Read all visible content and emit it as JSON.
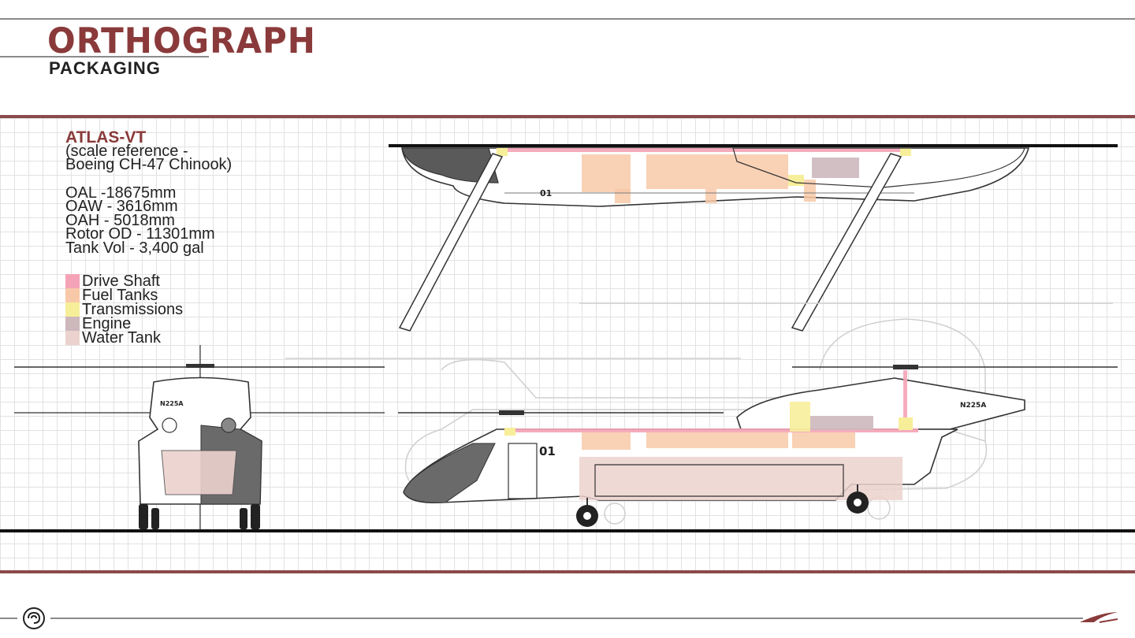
{
  "header": {
    "title": "ORTHOGRAPH",
    "subtitle": "PACKAGING"
  },
  "spec": {
    "name": "ATLAS-VT",
    "scale_note_1": "(scale reference -",
    "scale_note_2": "Boeing CH-47 Chinook)",
    "dimensions": [
      "OAL -18675mm",
      "OAW - 3616mm",
      "OAH - 5018mm",
      "Rotor OD - 11301mm",
      "Tank Vol - 3,400 gal"
    ]
  },
  "legend": [
    {
      "label": "Drive Shaft",
      "color": "#f4a3b6"
    },
    {
      "label": "Fuel Tanks",
      "color": "#f8c9a8"
    },
    {
      "label": "Transmissions",
      "color": "#f7ee9a"
    },
    {
      "label": "Engine",
      "color": "#cdb8bc"
    },
    {
      "label": "Water Tank",
      "color": "#ecd2ce"
    }
  ],
  "aircraft": {
    "front_registration": "N225A",
    "side_registration": "N225A",
    "side_number": "01",
    "top_number": "01"
  },
  "icons": {
    "logo_left": "spiral-logo-icon",
    "logo_right": "swoosh-logo-icon"
  }
}
